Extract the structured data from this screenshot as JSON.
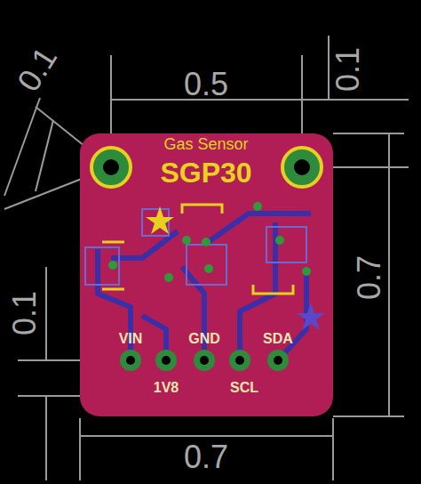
{
  "diagram": {
    "labels": [
      "0.1",
      "0.5",
      "0.1",
      "0.7",
      "0.1",
      "Gas Sensor",
      "SGP30",
      "VIN",
      "GND",
      "SDA",
      "1V8",
      "SCL",
      "0.7"
    ]
  }
}
